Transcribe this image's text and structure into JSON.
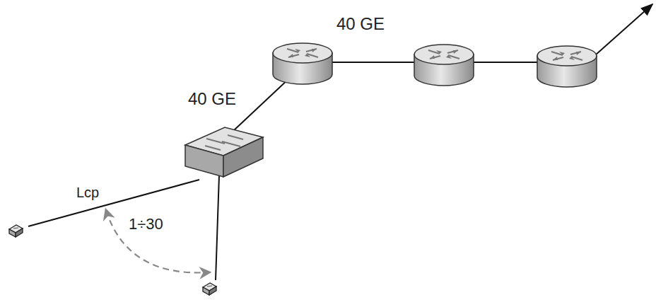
{
  "diagram": {
    "labels": [
      "40 GE",
      "40 GE",
      "Lcp",
      "1÷30"
    ]
  }
}
